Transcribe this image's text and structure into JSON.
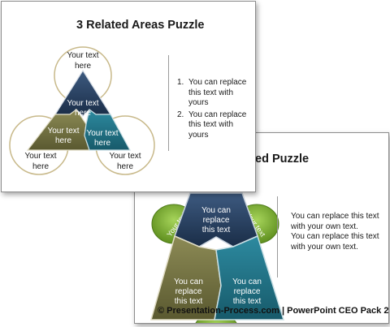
{
  "front_slide": {
    "title": "3 Related Areas Puzzle",
    "circle_labels": [
      "Your text here",
      "Your text here",
      "Your text here"
    ],
    "puzzle_labels": [
      "Your text here",
      "Your text here",
      "Your text here"
    ],
    "list": [
      {
        "num": "1.",
        "text": "You can replace this text with yours"
      },
      {
        "num": "2.",
        "text": "You can replace this text with yours"
      }
    ]
  },
  "back_slide": {
    "title_visible": "ed Puzzle",
    "petal_labels": [
      "Your text",
      "Your text"
    ],
    "puzzle_labels": [
      "You can replace this text",
      "You can replace this text",
      "You can replace this text"
    ],
    "side_text": [
      "You can replace this text with your own text.",
      "You can replace this text with your own text."
    ],
    "footer": "© Presentation-Process.com | PowerPoint CEO Pack 2"
  },
  "colors": {
    "navy": "#1f3553",
    "olive": "#6b6a3c",
    "teal": "#1e6f82",
    "green": "#7fb32e",
    "circle_stroke": "#c8b98a"
  }
}
